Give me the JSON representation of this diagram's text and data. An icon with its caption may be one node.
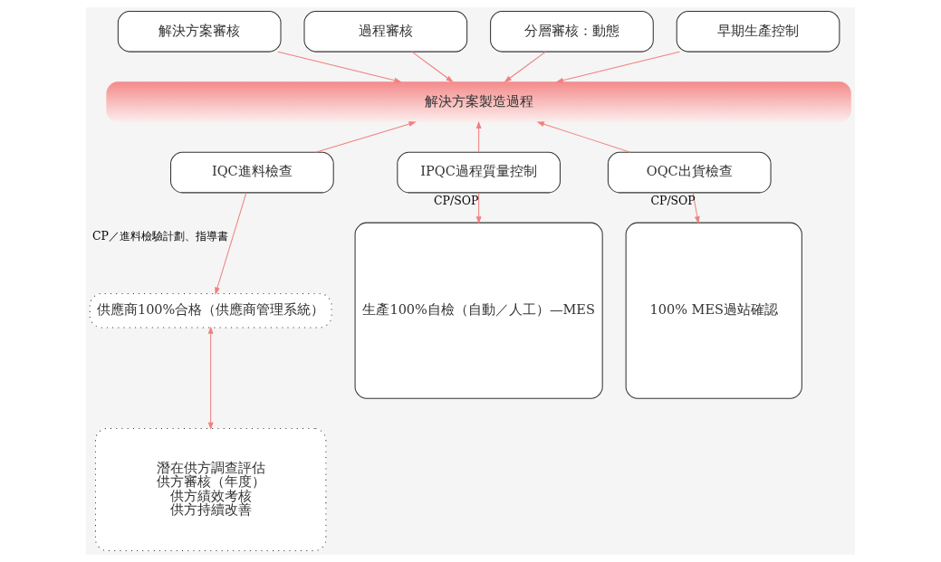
{
  "diagram": {
    "nodes": [
      {
        "text": [
          "解決方案審核"
        ]
      },
      {
        "text": [
          "過程審核"
        ]
      },
      {
        "text": [
          "分層審核：動態"
        ]
      },
      {
        "text": [
          "早期生產控制"
        ]
      },
      {
        "text": [
          "解決方案製造過程"
        ]
      },
      {
        "text": [
          "IQC進料檢查"
        ]
      },
      {
        "text": [
          "IPQC過程質量控制"
        ]
      },
      {
        "text": [
          "OQC出貨檢查"
        ]
      },
      {
        "text": [
          "供應商100%合格（供應商管理系統）"
        ]
      },
      {
        "text": [
          "潛在供方調查評估",
          "供方審核（年度）",
          "供方績效考核",
          "供方持續改善"
        ]
      },
      {
        "text": [
          "生產100%自檢（自動／人工）—MES"
        ]
      },
      {
        "text": [
          "100% MES過站確認"
        ]
      }
    ],
    "edges": [
      {
        "from": 0,
        "to": 4,
        "arrow": "to"
      },
      {
        "from": 1,
        "to": 4,
        "arrow": "to"
      },
      {
        "from": 2,
        "to": 4,
        "arrow": "to"
      },
      {
        "from": 3,
        "to": 4,
        "arrow": "to"
      },
      {
        "from": 5,
        "to": 4,
        "arrow": "to"
      },
      {
        "from": 6,
        "to": 4,
        "arrow": "to"
      },
      {
        "from": 7,
        "to": 4,
        "arrow": "to"
      },
      {
        "from": 5,
        "to": 8,
        "arrow": "to",
        "label": "CP／進料檢驗計劃、指導書"
      },
      {
        "from": 6,
        "to": 10,
        "arrow": "to",
        "label": "CP/SOP"
      },
      {
        "from": 7,
        "to": 11,
        "arrow": "to",
        "label": "CP/SOP"
      },
      {
        "from": 8,
        "to": 9,
        "arrow": "both"
      }
    ]
  }
}
